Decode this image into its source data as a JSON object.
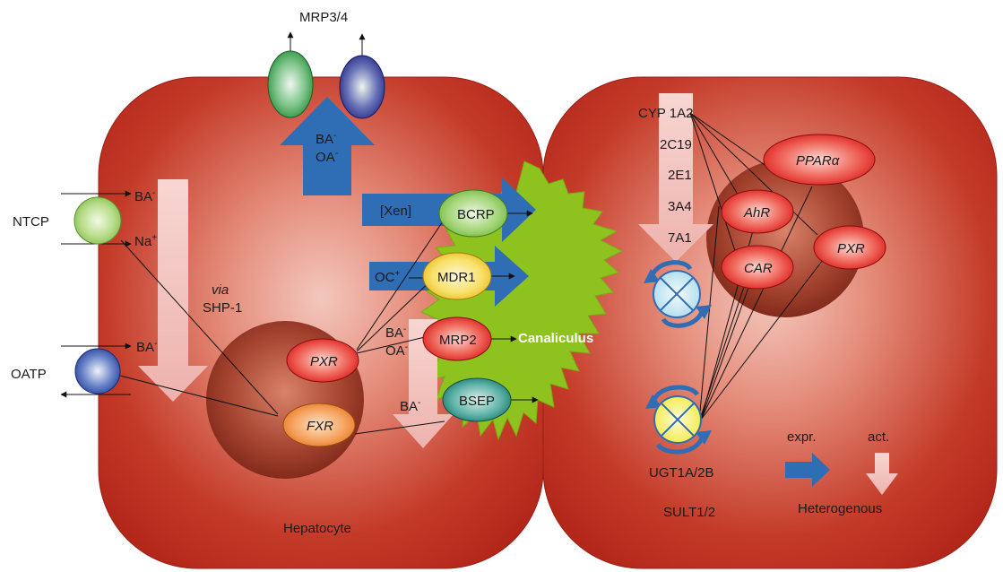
{
  "cells": {
    "left": "Hepatocyte",
    "canaliculus": "Canaliculus"
  },
  "transporters": {
    "mrp34": "MRP3/4",
    "ntcp": "NTCP",
    "oatp": "OATP",
    "bcrp": "BCRP",
    "mdr1": "MDR1",
    "mrp2": "MRP2",
    "bsep": "BSEP"
  },
  "substrates": {
    "ba": "BA",
    "oa": "OA",
    "na": "Na",
    "oc": "OC",
    "xen": "[Xen]",
    "minus": "-",
    "plus": "+"
  },
  "nuclear_receptors": {
    "pxr_left": "PXR",
    "fxr": "FXR",
    "ppar": "PPARα",
    "ahr": "AhR",
    "car": "CAR",
    "pxr_right": "PXR"
  },
  "shp": {
    "via": "via",
    "name": "SHP-1"
  },
  "enzymes": {
    "cyp": [
      "CYP 1A2",
      "2C19",
      "2E1",
      "3A4",
      "7A1"
    ],
    "ugt": "UGT1A/2B",
    "sult": "SULT1/2"
  },
  "legend": {
    "expr": "expr.",
    "act": "act.",
    "heterogenous": "Heterogenous"
  },
  "colors": {
    "cell": "#b3271b",
    "nucleus": "#8a2e1a",
    "blue_arrow": "#2f6db5",
    "pink_arrow": "#f2c0bc",
    "canaliculus": "#8dc21f",
    "receptor_red": "#e01c1c",
    "fxr_orange": "#f08a3a",
    "bcrp_green": "#7fc34a",
    "mdr1_yellow": "#f2d22b",
    "bsep_teal": "#1f8a80",
    "mrp3_green": "#2c9a3a",
    "mrp4_navy": "#2a2f8f"
  }
}
